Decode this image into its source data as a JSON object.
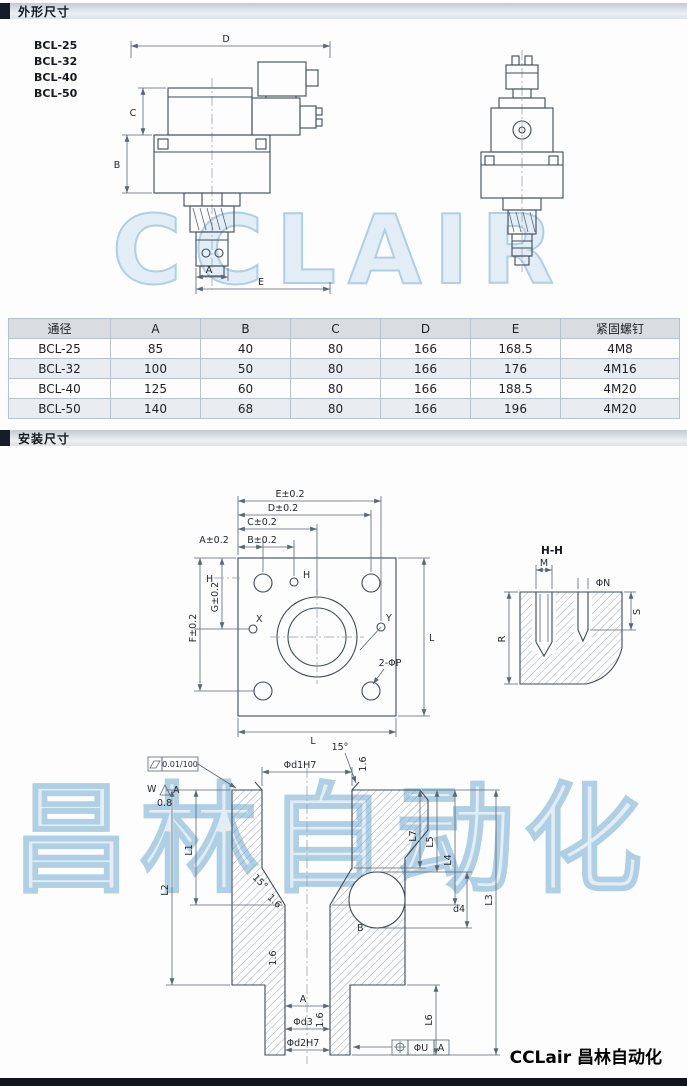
{
  "header1": {
    "title": "外形尺寸"
  },
  "header2": {
    "title": "安装尺寸"
  },
  "models": [
    "BCL-25",
    "BCL-32",
    "BCL-40",
    "BCL-50"
  ],
  "watermarks": {
    "outline": "CCLAIR",
    "install": "昌林自动化"
  },
  "outline_labels": {
    "D": "D",
    "C": "C",
    "B": "B",
    "A": "A",
    "E": "E"
  },
  "table": {
    "headers": [
      "通径",
      "A",
      "B",
      "C",
      "D",
      "E",
      "紧固螺钉"
    ],
    "rows": [
      {
        "model": "BCL-25",
        "a": "85",
        "b": "40",
        "c": "80",
        "d": "166",
        "e": "168.5",
        "screw": "4M8"
      },
      {
        "model": "BCL-32",
        "a": "100",
        "b": "50",
        "c": "80",
        "d": "166",
        "e": "176",
        "screw": "4M16"
      },
      {
        "model": "BCL-40",
        "a": "125",
        "b": "60",
        "c": "80",
        "d": "166",
        "e": "188.5",
        "screw": "4M20"
      },
      {
        "model": "BCL-50",
        "a": "140",
        "b": "68",
        "c": "80",
        "d": "166",
        "e": "196",
        "screw": "4M20"
      }
    ]
  },
  "mount": {
    "e": "E±0.2",
    "d": "D±0.2",
    "c": "C±0.2",
    "a": "A±0.2",
    "b": "B±0.2",
    "h_section": "H",
    "h_hole": "H",
    "g": "G±0.2",
    "f": "F±0.2",
    "x": "X",
    "y": "Y",
    "l_right": "L",
    "l_bottom": "L",
    "p": "2-ΦP"
  },
  "hh": {
    "title": "H-H",
    "m": "M",
    "n": "ΦN",
    "r": "R",
    "s": "S"
  },
  "cavity": {
    "flatness": "0.01/100",
    "w": "W",
    "w_datum": "A",
    "r08": "0.8",
    "d1": "Φd1H7",
    "angle_top": "15°",
    "r16_top": "1.6",
    "l7": "L7",
    "l5": "L5",
    "l4": "L4",
    "l3": "L3",
    "l2": "L2",
    "l1": "L1",
    "angle_mid": "15°",
    "r16_mid": "1.6",
    "d4": "d4",
    "port_b": "B",
    "r16_low": "1.6",
    "l6": "L6",
    "a_dim": "A",
    "d3": "Φd3",
    "r16_d3": "1.6",
    "d2": "Φd2H7",
    "u": "ΦU",
    "datum": "A"
  },
  "footer": {
    "brand": "CCLair 昌林自动化"
  }
}
